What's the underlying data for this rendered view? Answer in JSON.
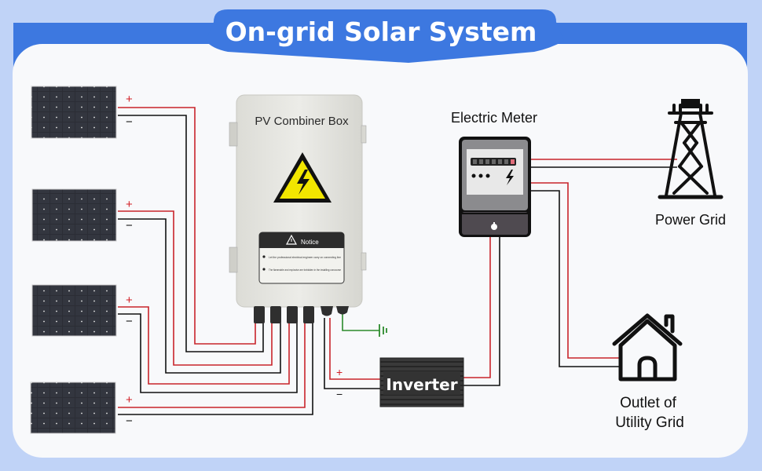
{
  "title": "On-grid Solar System",
  "colors": {
    "background": "#c0d3f7",
    "band": "#3d78e0",
    "panel": "#f8f9fb",
    "positive_wire": "#c8242b",
    "negative_wire": "#111111",
    "ground_wire": "#2a8a2a",
    "warning_yellow": "#f2e600"
  },
  "solar_panels": [
    {
      "name": "Solar panel 1",
      "positive": "+",
      "negative": "−"
    },
    {
      "name": "Solar panel 2",
      "positive": "+",
      "negative": "−"
    },
    {
      "name": "Solar panel 3",
      "positive": "+",
      "negative": "−"
    },
    {
      "name": "Solar panel 4",
      "positive": "+",
      "negative": "−"
    }
  ],
  "combiner_box": {
    "label": "PV Combiner Box",
    "icon": "high-voltage-warning-icon",
    "notice": {
      "heading": "Notice",
      "items": [
        "Let the professional electrical engineer carry on connecting line",
        "The flammable and explosive are forbidden in the installing concourse"
      ]
    },
    "ground_icon": "ground-symbol-icon"
  },
  "inverter": {
    "label": "Inverter",
    "positive": "+",
    "negative": "−"
  },
  "electric_meter": {
    "label": "Electric Meter",
    "icon": "electric-meter-icon"
  },
  "power_grid": {
    "label": "Power Grid",
    "icon": "transmission-tower-icon"
  },
  "outlet": {
    "label_line1": "Outlet of",
    "label_line2": "Utility Grid",
    "icon": "house-icon"
  }
}
